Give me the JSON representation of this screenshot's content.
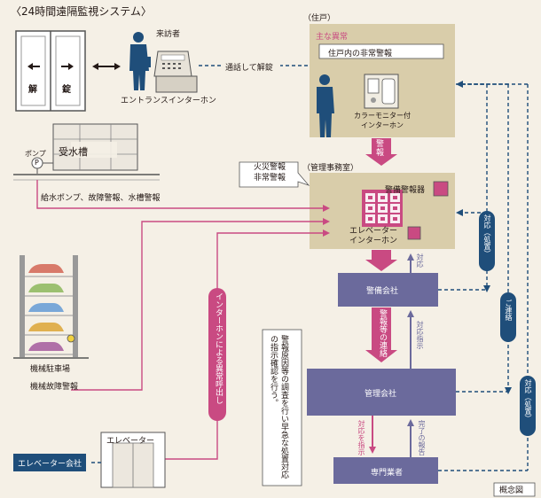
{
  "title": "〈24時間遠隔監視システム〉",
  "door": {
    "left_label": "解",
    "right_label": "錠"
  },
  "visitor": {
    "label": "来訪者",
    "entrance_interphone": "エントランスインターホン",
    "call_unlock": "通話して解錠"
  },
  "residence": {
    "heading": "（住戸）",
    "main_alarm": "主な異常",
    "alarm_box": "住戸内の非常警報",
    "monitor": "カラーモニター付\nインターホン"
  },
  "alert_arrow": "警報",
  "fire_alarm": "火災警報\n非常警報",
  "office": {
    "heading": "（管理事務室）",
    "security_panel": "警備警報器",
    "elevator_interphone": "エレベーター\nインターホン"
  },
  "tank": {
    "label": "受水槽",
    "pump": "ポンプ",
    "pump_symbol": "P"
  },
  "pump_alarm": "給水ポンプ、故障警報、水槽警報",
  "parking": {
    "label": "機械駐車場",
    "fault": "機械故障警報"
  },
  "interphone_call": "インターホンによる異常呼出し",
  "elevator": {
    "label": "エレベーター",
    "company": "エレベーター会社"
  },
  "security_company": "警備会社",
  "report_contact": "警報等の連絡",
  "response_up": "対応",
  "response_instruction": "対応指示",
  "management_company": "管理会社",
  "instruct_response": "対応を指示",
  "complete_report": "完了の報告",
  "specialist": "専門業者",
  "note": "警報原因等の調査を行い早急な処置対応の指示確認を行う。",
  "right_pills": {
    "response1": "対応（処置）",
    "contact": "ご連絡",
    "response2": "対応（処置）"
  },
  "concept": "概念図",
  "colors": {
    "accent": "#c94a82",
    "navy": "#1f4e7a",
    "panel": "#d9cdaa",
    "box_blue": "#6b6a9c"
  }
}
